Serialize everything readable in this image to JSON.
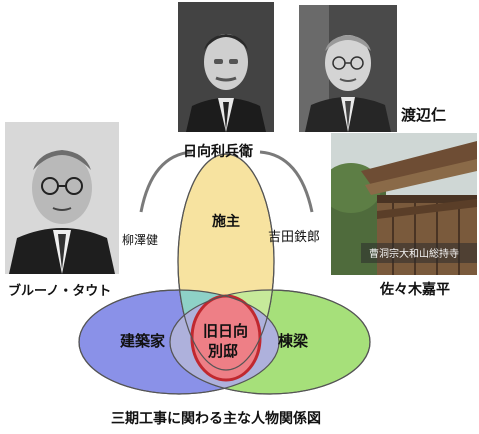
{
  "people": {
    "hinata": "日向利兵衛",
    "watanabe": "渡辺仁",
    "taut": "ブルーノ・タウト",
    "sasaki": "佐々木嘉平",
    "yanagisawa": "柳澤健",
    "yoshida": "吉田鉄郎"
  },
  "circles": {
    "owner": "施主",
    "architect": "建築家",
    "carpenter": "棟梁",
    "center_line1": "旧日向",
    "center_line2": "別邸"
  },
  "temple_sign": "曹洞宗大和山総持寺",
  "caption": "三期工事に関わる主な人物関係図",
  "colors": {
    "owner": "#f7e3a0",
    "architect": "#8a91e8",
    "carpenter": "#a6e07a",
    "center": "#ee7f86"
  }
}
